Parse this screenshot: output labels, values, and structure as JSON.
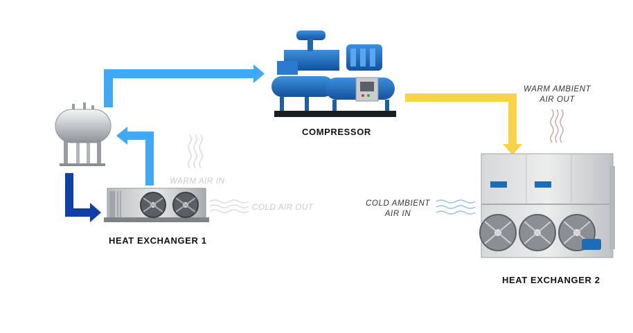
{
  "components": {
    "compressor": {
      "label": "COMPRESSOR"
    },
    "heat_exchanger_1": {
      "label": "HEAT EXCHANGER 1"
    },
    "heat_exchanger_2": {
      "label": "HEAT EXCHANGER 2"
    }
  },
  "air_labels": {
    "warm_air_in": "WARM AIR IN",
    "cold_air_out": "COLD AIR OUT",
    "warm_ambient_line1": "WARM AMBIENT",
    "warm_ambient_line2": "AIR OUT",
    "cold_ambient_line1": "COLD AMBIENT",
    "cold_ambient_line2": "AIR IN"
  },
  "colors": {
    "light_blue_pipe": "#3fa9f5",
    "dark_blue_pipe": "#0f3fa6",
    "yellow_pipe": "#f7d447",
    "equipment_blue": "#1d6fc2",
    "steel_grey": "#c9ccd0"
  }
}
